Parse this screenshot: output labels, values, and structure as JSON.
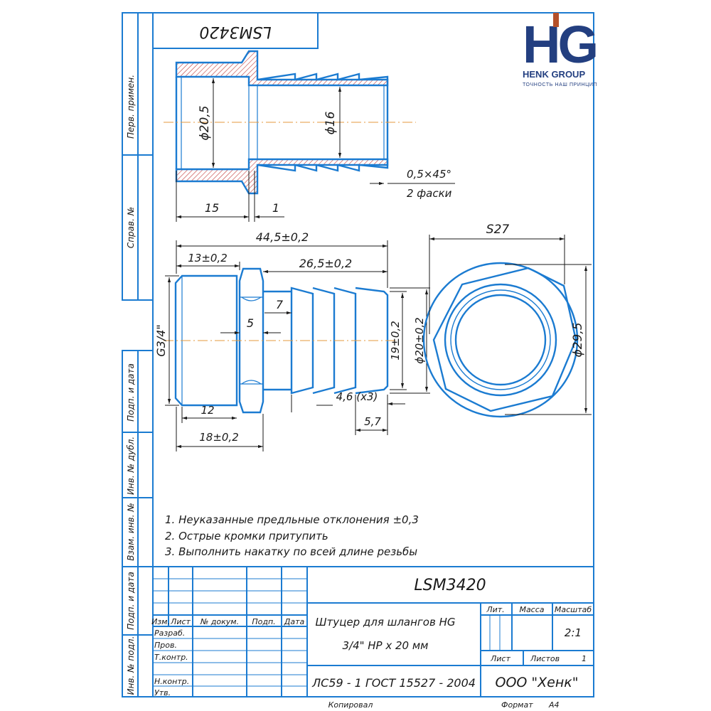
{
  "colors": {
    "frame": "#1b7bd1",
    "line": "#1a1a1a",
    "axis": "#e59a3c",
    "hatch": "#c23b3b",
    "logo_blue": "#233f80",
    "logo_accent": "#b4502a"
  },
  "side_stamp": {
    "perv_primen": "Перв. примен.",
    "sprav_no": "Справ. №",
    "podp_data_1": "Подп. и дата",
    "inv_dubl": "Инв. № дубл.",
    "vzam_inv": "Взам. инв. №",
    "podp_data_2": "Подп. и дата",
    "inv_podl": "Инв. № подл."
  },
  "top_code": "LSM3420",
  "logo": {
    "mark": "HG",
    "name": "HENK GROUP",
    "tagline": "ТОЧНОСТЬ НАШ ПРИНЦИП"
  },
  "section_view": {
    "dia_outer": "ϕ20,5",
    "dia_inner": "ϕ16",
    "len_15": "15",
    "len_1": "1",
    "chamfer": "0,5×45°",
    "chamfer_note": "2 фаски"
  },
  "side_view": {
    "overall": "44,5±0,2",
    "len_13": "13±0,2",
    "len_26_5": "26,5±0,2",
    "thread": "G3/4\"",
    "len_7": "7",
    "len_5": "5",
    "dia_19": "19±0,2",
    "dia_20": "ϕ20±0,2",
    "len_4_6": "4,6 (x3)",
    "len_12": "12",
    "len_5_7": "5,7",
    "len_18": "18±0,2"
  },
  "end_view": {
    "hex": "S27",
    "dia_29_5": "ϕ29,5"
  },
  "notes": [
    "1. Неуказанные предльные отклонения ±0,3",
    "2. Острые кромки притупить",
    "3. Выполнить накатку по всей длине резьбы"
  ],
  "title_block": {
    "designation": "LSM3420",
    "name_line1": "Штуцер для шлангов HG",
    "name_line2": "3/4\" НР х 20 мм",
    "material": "ЛС59 - 1 ГОСТ 15527 - 2004",
    "company": "ООО \"Хенк\"",
    "col_izm": "Изм.",
    "col_list": "Лист",
    "col_docum": "№ докум.",
    "col_podp": "Подп.",
    "col_data": "Дата",
    "razrab": "Разраб.",
    "prov": "Пров.",
    "tkontr": "Т.контр.",
    "nkontr": "Н.контр.",
    "utv": "Утв.",
    "lit": "Лит.",
    "massa": "Масса",
    "masshtab": "Масштаб",
    "scale": "2:1",
    "list_label": "Лист",
    "listov_label": "Листов",
    "listov_value": "1",
    "kopiroval": "Копировал",
    "format_label": "Формат",
    "format_value": "A4"
  }
}
